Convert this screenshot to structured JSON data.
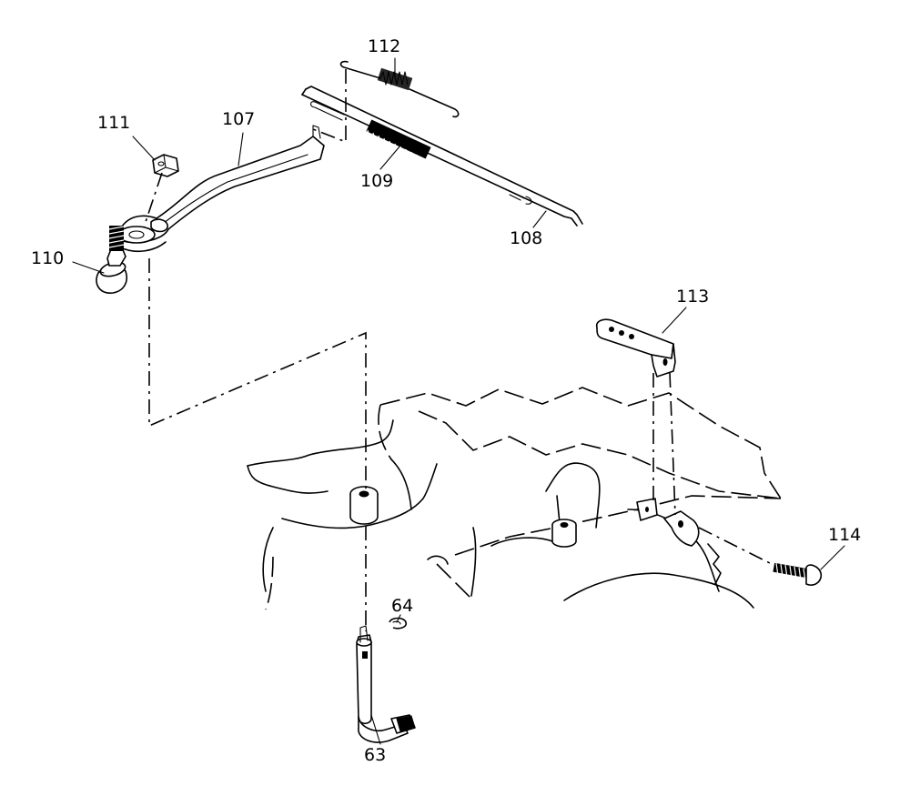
{
  "diagram": {
    "labels": {
      "p63": "63",
      "p64": "64",
      "p107": "107",
      "p108": "108",
      "p109": "109",
      "p110": "110",
      "p111": "111",
      "p112": "112",
      "p113": "113",
      "p114": "114"
    }
  }
}
